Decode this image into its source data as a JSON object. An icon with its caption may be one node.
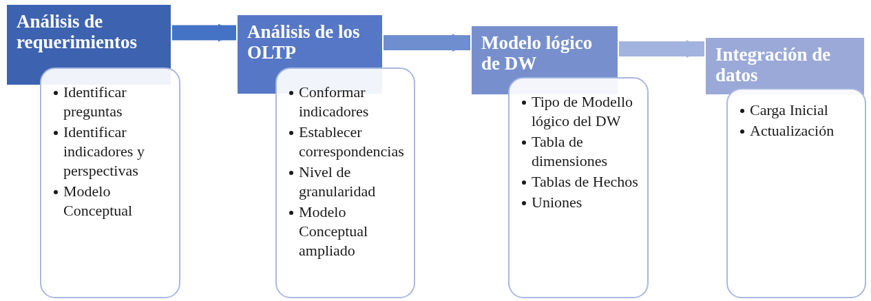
{
  "diagram": {
    "nodes": [
      {
        "text": [
          "Análisis de requerimientos"
        ]
      },
      {
        "text": [
          "Identificar preguntas",
          "Identificar indicadores y perspectivas",
          "Modelo Conceptual"
        ]
      },
      {
        "text": [
          "Análisis de los OLTP"
        ]
      },
      {
        "text": [
          "Conformar indicadores",
          "Establecer correspondencias",
          "Nivel de granularidad",
          "Modelo Conceptual ampliado"
        ]
      },
      {
        "text": [
          "Modelo lógico de DW"
        ]
      },
      {
        "text": [
          "Tipo de Modello lógico del DW",
          "Tabla de dimensiones",
          "Tablas de Hechos",
          "Uniones"
        ]
      },
      {
        "text": [
          "Integración de datos"
        ]
      },
      {
        "text": [
          "Carga Inicial",
          "Actualización"
        ]
      }
    ],
    "edges": [
      {
        "from": 0,
        "to": 2,
        "arrow": "to",
        "color": "#4472c4"
      },
      {
        "from": 2,
        "to": 4,
        "arrow": "to",
        "color": "#6f8ed0"
      },
      {
        "from": 4,
        "to": 6,
        "arrow": "to",
        "color": "#a3b3df"
      }
    ]
  }
}
